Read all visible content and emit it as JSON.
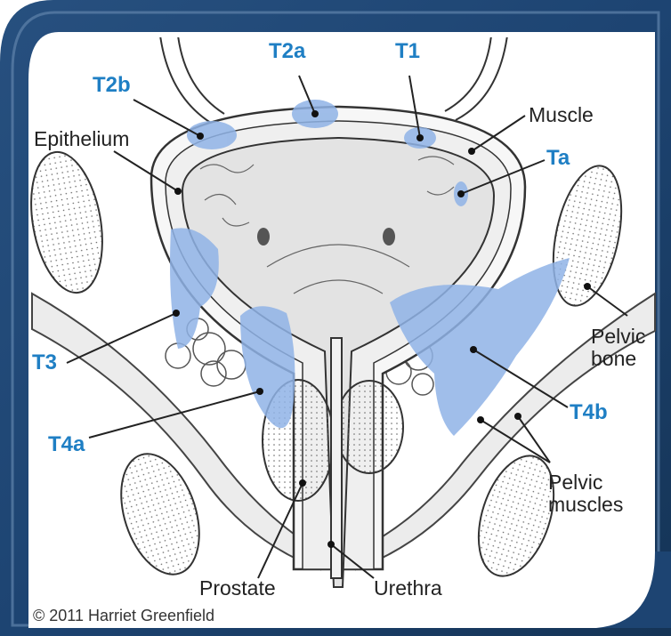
{
  "labels": {
    "t2a": "T2a",
    "t1": "T1",
    "t2b": "T2b",
    "muscle": "Muscle",
    "epithelium": "Epithelium",
    "ta": "Ta",
    "t3": "T3",
    "pelvic_bone_1": "Pelvic",
    "pelvic_bone_2": "bone",
    "t4b": "T4b",
    "t4a": "T4a",
    "pelvic_muscles_1": "Pelvic",
    "pelvic_muscles_2": "muscles",
    "prostate": "Prostate",
    "urethra": "Urethra"
  },
  "copyright": "© 2011 Harriet Greenfield",
  "colors": {
    "frame_dark": "#1d4472",
    "frame_light": "#6f8fb0",
    "tumor": "#8fb3e6",
    "stage_label": "#1f7fc4",
    "bladder_fill": "#e6e6e6",
    "line": "#333333"
  }
}
